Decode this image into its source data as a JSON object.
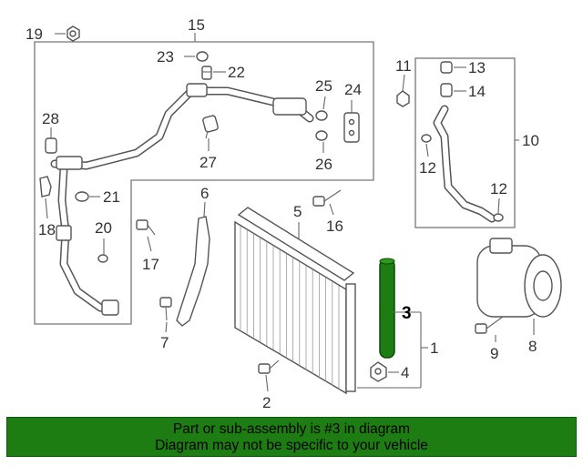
{
  "diagram": {
    "callouts": {
      "c1": "1",
      "c2": "2",
      "c3": "3",
      "c4": "4",
      "c5": "5",
      "c6": "6",
      "c7": "7",
      "c8": "8",
      "c9": "9",
      "c10": "10",
      "c11": "11",
      "c12a": "12",
      "c12b": "12",
      "c13": "13",
      "c14": "14",
      "c15": "15",
      "c16": "16",
      "c17": "17",
      "c18": "18",
      "c19": "19",
      "c20": "20",
      "c21": "21",
      "c22": "22",
      "c23": "23",
      "c24": "24",
      "c25": "25",
      "c26": "26",
      "c27": "27",
      "c28": "28"
    },
    "highlighted_part": "3",
    "highlight_color": "#1e7d12"
  },
  "banner": {
    "line1": "Part or sub-assembly is #3 in diagram",
    "line2": "Diagram may not be specific to your vehicle",
    "background": "#1e7d12"
  }
}
